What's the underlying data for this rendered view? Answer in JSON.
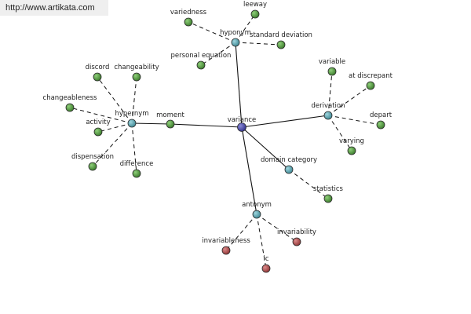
{
  "watermark": "http://www.artikata.com",
  "colors": {
    "center": "#3d3d9b",
    "relation": "#4f9aa5",
    "related": "#4c8a3a",
    "antonym": "#a54646"
  },
  "nodes": [
    {
      "id": "variance",
      "label": "variance",
      "kind": "center"
    },
    {
      "id": "hyponym",
      "label": "hyponym",
      "kind": "relation"
    },
    {
      "id": "hypernym",
      "label": "hypernym",
      "kind": "relation"
    },
    {
      "id": "derivation",
      "label": "derivation",
      "kind": "relation"
    },
    {
      "id": "domain_category",
      "label": "domain category",
      "kind": "relation"
    },
    {
      "id": "antonym",
      "label": "antonym",
      "kind": "relation"
    },
    {
      "id": "moment",
      "label": "moment",
      "kind": "related"
    },
    {
      "id": "variedness",
      "label": "variedness",
      "kind": "related"
    },
    {
      "id": "leeway",
      "label": "leeway",
      "kind": "related"
    },
    {
      "id": "standard_deviation",
      "label": "standard deviation",
      "kind": "related"
    },
    {
      "id": "personal_equation",
      "label": "personal equation",
      "kind": "related"
    },
    {
      "id": "discord",
      "label": "discord",
      "kind": "related"
    },
    {
      "id": "changeability",
      "label": "changeability",
      "kind": "related"
    },
    {
      "id": "changeableness",
      "label": "changeableness",
      "kind": "related"
    },
    {
      "id": "activity",
      "label": "activity",
      "kind": "related"
    },
    {
      "id": "dispensation",
      "label": "dispensation",
      "kind": "related"
    },
    {
      "id": "difference",
      "label": "difference",
      "kind": "related"
    },
    {
      "id": "variable",
      "label": "variable",
      "kind": "related"
    },
    {
      "id": "at_discrepant",
      "label": "at discrepant",
      "kind": "related"
    },
    {
      "id": "depart",
      "label": "depart",
      "kind": "related"
    },
    {
      "id": "varying",
      "label": "varying",
      "kind": "related"
    },
    {
      "id": "statistics",
      "label": "statistics",
      "kind": "related"
    },
    {
      "id": "invariableness",
      "label": "invariableness",
      "kind": "antonym"
    },
    {
      "id": "invariability",
      "label": "invariability",
      "kind": "antonym"
    },
    {
      "id": "ic",
      "label": "ic",
      "kind": "antonym"
    }
  ],
  "edges": [
    {
      "from": "variance",
      "to": "hyponym",
      "style": "solid"
    },
    {
      "from": "variance",
      "to": "moment",
      "style": "solid"
    },
    {
      "from": "moment",
      "to": "hypernym",
      "style": "solid"
    },
    {
      "from": "variance",
      "to": "derivation",
      "style": "solid"
    },
    {
      "from": "variance",
      "to": "domain_category",
      "style": "solid"
    },
    {
      "from": "variance",
      "to": "antonym",
      "style": "solid"
    },
    {
      "from": "hyponym",
      "to": "variedness",
      "style": "dashed"
    },
    {
      "from": "hyponym",
      "to": "leeway",
      "style": "dashed"
    },
    {
      "from": "hyponym",
      "to": "standard_deviation",
      "style": "dashed"
    },
    {
      "from": "hyponym",
      "to": "personal_equation",
      "style": "dashed"
    },
    {
      "from": "hypernym",
      "to": "discord",
      "style": "dashed"
    },
    {
      "from": "hypernym",
      "to": "changeability",
      "style": "dashed"
    },
    {
      "from": "hypernym",
      "to": "changeableness",
      "style": "dashed"
    },
    {
      "from": "hypernym",
      "to": "activity",
      "style": "dashed"
    },
    {
      "from": "hypernym",
      "to": "dispensation",
      "style": "dashed"
    },
    {
      "from": "hypernym",
      "to": "difference",
      "style": "dashed"
    },
    {
      "from": "derivation",
      "to": "variable",
      "style": "dashed"
    },
    {
      "from": "derivation",
      "to": "at_discrepant",
      "style": "dashed"
    },
    {
      "from": "derivation",
      "to": "depart",
      "style": "dashed"
    },
    {
      "from": "derivation",
      "to": "varying",
      "style": "dashed"
    },
    {
      "from": "domain_category",
      "to": "statistics",
      "style": "dashed"
    },
    {
      "from": "antonym",
      "to": "invariableness",
      "style": "dashed"
    },
    {
      "from": "antonym",
      "to": "invariability",
      "style": "dashed"
    },
    {
      "from": "antonym",
      "to": "ic",
      "style": "dashed"
    }
  ]
}
